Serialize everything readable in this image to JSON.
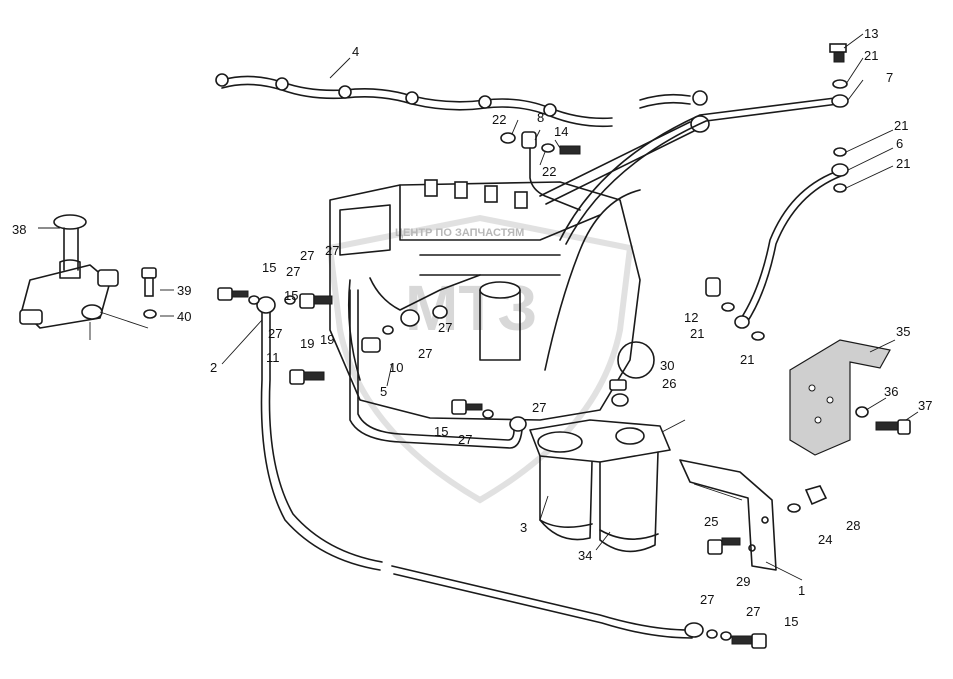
{
  "diagram": {
    "watermark": {
      "letters": "МТЗ",
      "arc_text": "ЦЕНТР ПО ЗАПЧАСТЯМ"
    },
    "callouts": [
      {
        "id": "c1",
        "text": "1"
      },
      {
        "id": "c2",
        "text": "2"
      },
      {
        "id": "c3",
        "text": "3"
      },
      {
        "id": "c4",
        "text": "4"
      },
      {
        "id": "c5",
        "text": "5"
      },
      {
        "id": "c6",
        "text": "6"
      },
      {
        "id": "c7",
        "text": "7"
      },
      {
        "id": "c8",
        "text": "8"
      },
      {
        "id": "c10",
        "text": "10"
      },
      {
        "id": "c11",
        "text": "11"
      },
      {
        "id": "c12",
        "text": "12"
      },
      {
        "id": "c13",
        "text": "13"
      },
      {
        "id": "c14",
        "text": "14"
      },
      {
        "id": "c15a",
        "text": "15"
      },
      {
        "id": "c15b",
        "text": "15"
      },
      {
        "id": "c15c",
        "text": "15"
      },
      {
        "id": "c15d",
        "text": "15"
      },
      {
        "id": "c19a",
        "text": "19"
      },
      {
        "id": "c19b",
        "text": "19"
      },
      {
        "id": "c21a",
        "text": "21"
      },
      {
        "id": "c21b",
        "text": "21"
      },
      {
        "id": "c21c",
        "text": "21"
      },
      {
        "id": "c21d",
        "text": "21"
      },
      {
        "id": "c21e",
        "text": "21"
      },
      {
        "id": "c22a",
        "text": "22"
      },
      {
        "id": "c22b",
        "text": "22"
      },
      {
        "id": "c24",
        "text": "24"
      },
      {
        "id": "c25",
        "text": "25"
      },
      {
        "id": "c26",
        "text": "26"
      },
      {
        "id": "c27a",
        "text": "27"
      },
      {
        "id": "c27b",
        "text": "27"
      },
      {
        "id": "c27c",
        "text": "27"
      },
      {
        "id": "c27d",
        "text": "27"
      },
      {
        "id": "c27e",
        "text": "27"
      },
      {
        "id": "c27f",
        "text": "27"
      },
      {
        "id": "c27g",
        "text": "27"
      },
      {
        "id": "c27h",
        "text": "27"
      },
      {
        "id": "c27i",
        "text": "27"
      },
      {
        "id": "c27j",
        "text": "27"
      },
      {
        "id": "c28",
        "text": "28"
      },
      {
        "id": "c29",
        "text": "29"
      },
      {
        "id": "c30",
        "text": "30"
      },
      {
        "id": "c34",
        "text": "34"
      },
      {
        "id": "c35",
        "text": "35"
      },
      {
        "id": "c36",
        "text": "36"
      },
      {
        "id": "c37",
        "text": "37"
      },
      {
        "id": "c38",
        "text": "38"
      },
      {
        "id": "c39",
        "text": "39"
      },
      {
        "id": "c40",
        "text": "40"
      }
    ]
  }
}
